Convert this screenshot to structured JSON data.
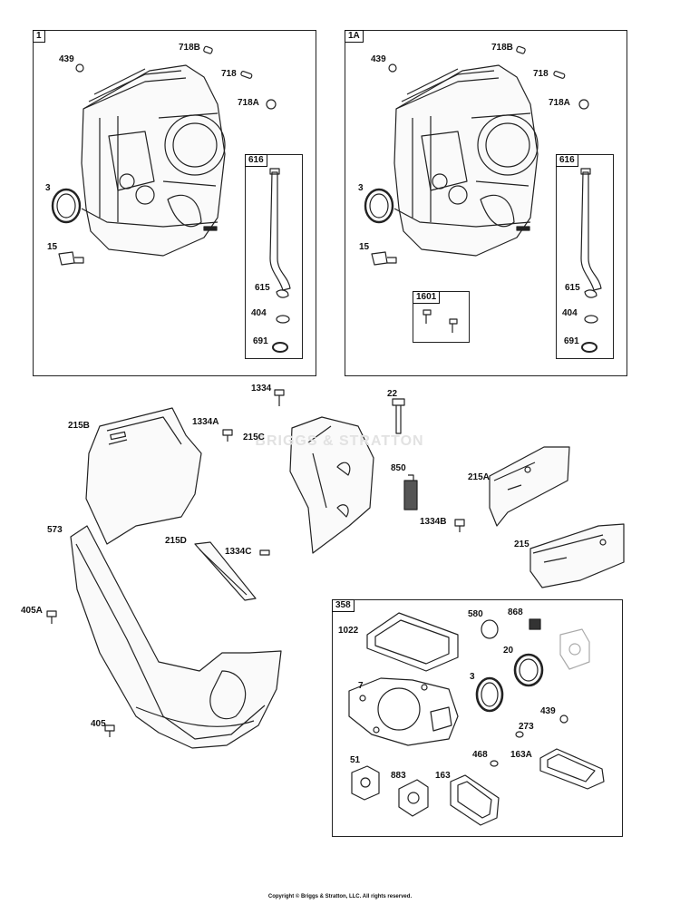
{
  "watermark": "BRIGGS & STRATTON",
  "copyright": "Copyright © Briggs & Stratton, LLC. All rights reserved.",
  "panels": {
    "p1": "1",
    "p1A": "1A",
    "p616a": "616",
    "p616b": "616",
    "p1601": "1601",
    "p358": "358"
  },
  "labels": {
    "a718B": "718B",
    "a439": "439",
    "a718": "718",
    "a718A": "718A",
    "a3": "3",
    "a15": "15",
    "a615": "615",
    "a404": "404",
    "a691": "691",
    "b718B": "718B",
    "b439": "439",
    "b718": "718",
    "b718A": "718A",
    "b3": "3",
    "b15": "15",
    "b615": "615",
    "b404": "404",
    "b691": "691",
    "c1334": "1334",
    "c22": "22",
    "c215B": "215B",
    "c1334A": "1334A",
    "c215C": "215C",
    "c850": "850",
    "c215A": "215A",
    "c1334B": "1334B",
    "c573": "573",
    "c215D": "215D",
    "c1334C": "1334C",
    "c215": "215",
    "c405A": "405A",
    "c405": "405",
    "d1022": "1022",
    "d580": "580",
    "d868": "868",
    "d20": "20",
    "d7": "7",
    "d3": "3",
    "d439": "439",
    "d273": "273",
    "d51": "51",
    "d883": "883",
    "d163": "163",
    "d468": "468",
    "d163A": "163A"
  }
}
